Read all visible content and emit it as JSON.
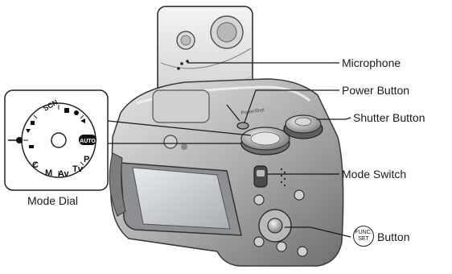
{
  "callouts": {
    "microphone": "Microphone",
    "power_button": "Power Button",
    "shutter_button": "Shutter Button",
    "mode_switch": "Mode Switch",
    "mode_dial": "Mode Dial",
    "func_button_suffix": "Button"
  },
  "func_set_icon": {
    "line1": "FUNC.",
    "line2": "SET"
  },
  "dial_marks": [
    "AUTO",
    "P",
    "Tv",
    "Av",
    "M",
    "C",
    "SCN"
  ],
  "camera_print": "PowerShot",
  "colors": {
    "line": "#1a1a1a",
    "body": "#9a9a9a",
    "screen": "#c9ccd0"
  }
}
